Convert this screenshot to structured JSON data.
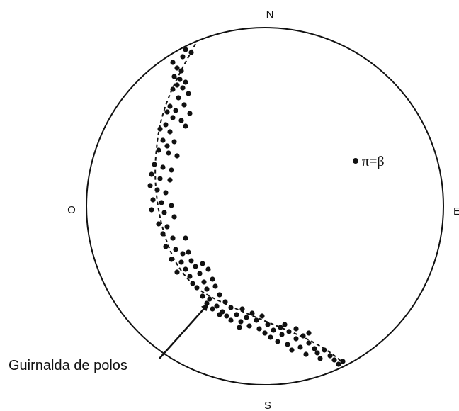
{
  "directions": {
    "north": "N",
    "south": "S",
    "west": "O",
    "east": "E"
  },
  "pole_label": "π=β",
  "girdle_label": "Guirnalda de polos",
  "colors": {
    "ink": "#111111",
    "background": "#ffffff"
  }
}
